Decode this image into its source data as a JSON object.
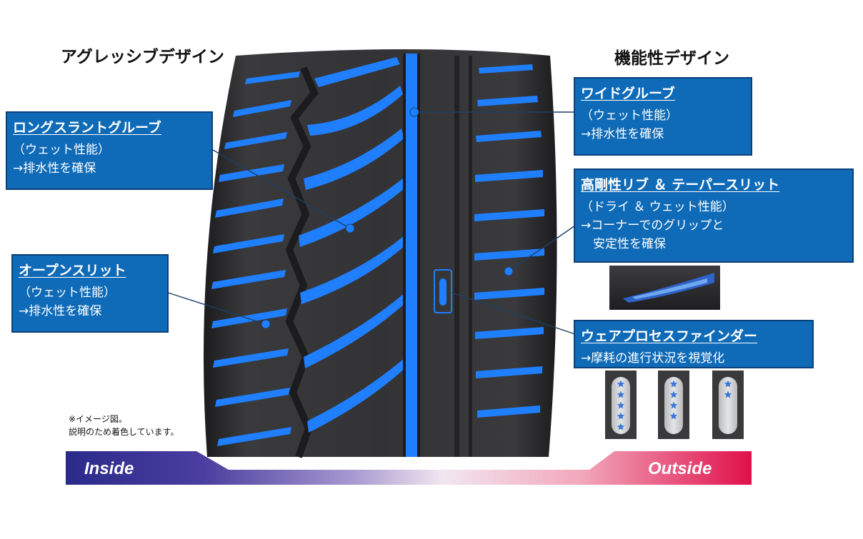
{
  "headings": {
    "left": "アグレッシブデザイン",
    "right": "機能性デザイン"
  },
  "callouts": {
    "wide_groove": {
      "title": "ワイドグルーブ",
      "lines": [
        "（ウェット性能）",
        "→排水性を確保"
      ]
    },
    "long_slant": {
      "title": "ロングスラントグルーブ",
      "lines": [
        "（ウェット性能）",
        "→排水性を確保"
      ]
    },
    "rib_slit": {
      "title": "高剛性リブ ＆ テーパースリット",
      "lines": [
        "（ドライ ＆ ウェット性能）",
        "→コーナーでのグリップと",
        "　安定性を確保"
      ]
    },
    "open_slit": {
      "title": "オープンスリット",
      "lines": [
        "（ウェット性能）",
        "→排水性を確保"
      ]
    },
    "wear_finder": {
      "title": "ウェアプロセスファインダー",
      "lines": [
        "→摩耗の進行状況を視覚化"
      ]
    }
  },
  "note": {
    "lines": [
      "※イメージ図。",
      "説明のため着色しています。"
    ]
  },
  "band": {
    "inside": "Inside",
    "outside": "Outside"
  },
  "wear_indicators": {
    "stars": [
      5,
      4,
      2
    ]
  },
  "colors": {
    "callout_fill": "#0f6bb8",
    "tread_blue": "#1f7fff",
    "inside": "#2a2a8a",
    "outside": "#e0104a",
    "tire": "#2e2e30"
  }
}
